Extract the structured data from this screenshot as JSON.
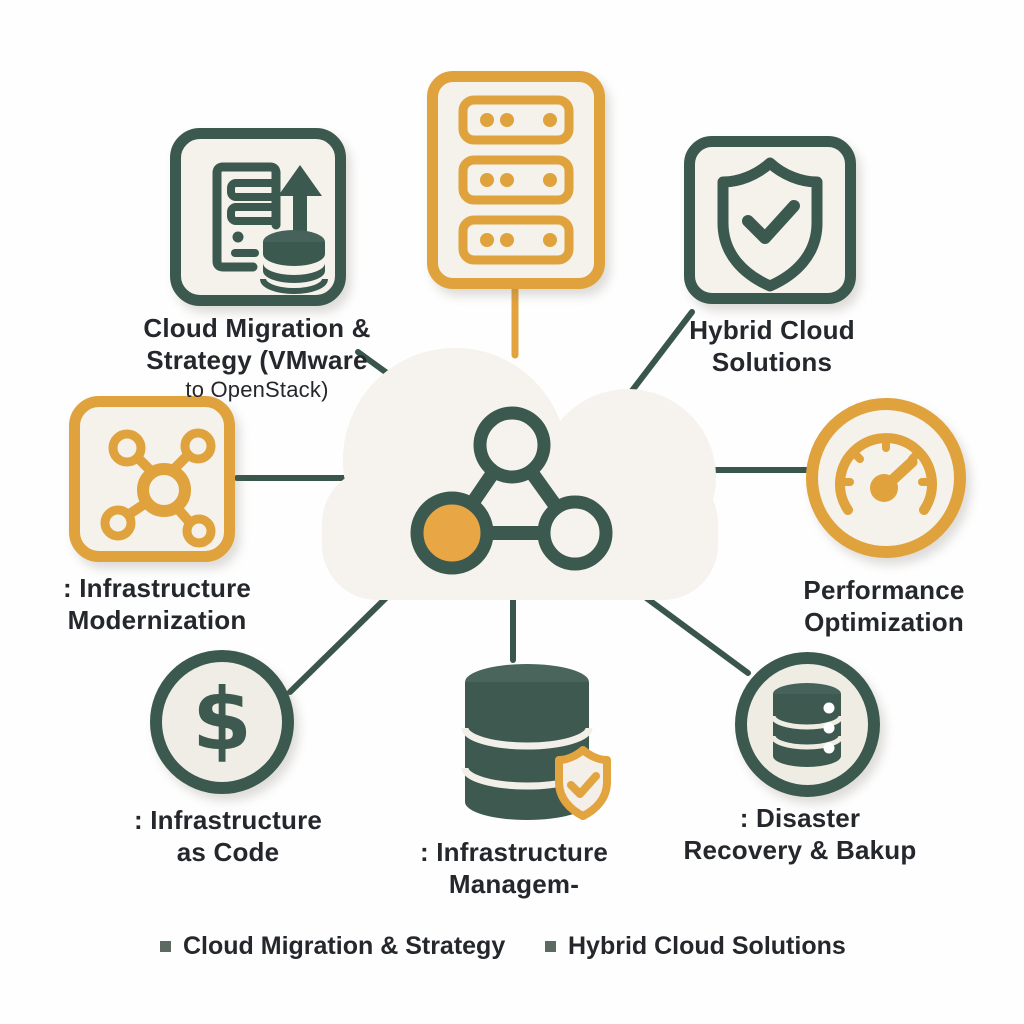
{
  "palette": {
    "dark_green": "#3C5950",
    "orange": "#E2A33E",
    "text": "#24272B",
    "panel_bg": "#F5F2EC",
    "cloud_fill": "#F6F3EE",
    "legend_bullet": "#5C6A62"
  },
  "center": {
    "icon": "cloud-network-icon"
  },
  "nodes": [
    {
      "id": "cloud-migration-strategy",
      "icon": "migration-upload-icon",
      "label_lines": [
        "Cloud Migration &",
        "Strategy (VMware",
        "to OpenStack)"
      ]
    },
    {
      "id": "server-stack",
      "icon": "server-stack-icon",
      "label_lines": []
    },
    {
      "id": "hybrid-cloud-solutions",
      "icon": "shield-check-icon",
      "label_lines": [
        "Hybrid Cloud",
        "Solutions"
      ]
    },
    {
      "id": "infrastructure-modernization",
      "icon": "network-nodes-icon",
      "label_lines": [
        ": Infrastructure",
        "Modernization"
      ]
    },
    {
      "id": "performance-optimization",
      "icon": "gauge-icon",
      "label_lines": [
        "Performance",
        "Optimization"
      ]
    },
    {
      "id": "infrastructure-as-code",
      "icon": "dollar-icon",
      "label_lines": [
        ": Infrastructure",
        "as Code"
      ]
    },
    {
      "id": "infrastructure-management",
      "icon": "database-shield-icon",
      "label_lines": [
        ": Infrastructure",
        "Managem-"
      ]
    },
    {
      "id": "disaster-recovery-backup",
      "icon": "database-circle-icon",
      "label_lines": [
        ": Disaster",
        "Recovery & Bakup"
      ]
    }
  ],
  "legend": [
    {
      "label": "Cloud Migration & Strategy"
    },
    {
      "label": "Hybrid Cloud Solutions"
    }
  ]
}
